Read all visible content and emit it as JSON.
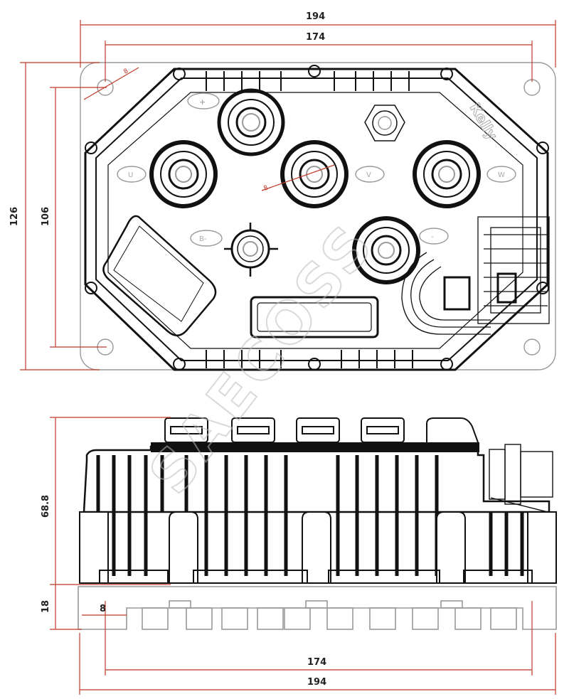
{
  "dimensions": {
    "top_outer_width": "194",
    "top_hole_spacing": "174",
    "left_outer_height": "126",
    "left_hole_spacing": "106",
    "hole_diameter_top": "8",
    "hole_diameter_center": "8",
    "side_height": "68.8",
    "base_height": "18",
    "base_hole": "8",
    "bottom_hole_spacing": "174",
    "bottom_outer_width": "194"
  },
  "terminal_labels": {
    "minus": "-",
    "plus": "+",
    "u": "U",
    "v": "V",
    "w": "W",
    "b": "B-"
  },
  "brand_mark": "Kelly",
  "watermark": "SAECOSS",
  "colors": {
    "dimension_line": "#c0392b",
    "outline": "#111111",
    "ghost": "#999999"
  }
}
